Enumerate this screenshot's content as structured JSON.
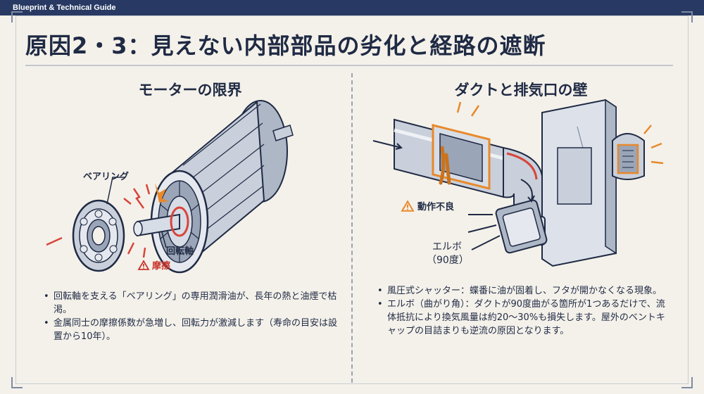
{
  "header": {
    "brand": "Blueprint & Technical Guide",
    "title": "原因2・3：見えない内部部品の劣化と経路の遮断"
  },
  "left": {
    "heading": "モーターの限界",
    "labels": {
      "bearing": "ベアリング",
      "shaft": "回転軸",
      "friction": "摩擦"
    },
    "bullets": [
      "回転軸を支える「ベアリング」の専用潤滑油が、長年の熱と油煙で枯渇。",
      "金属同士の摩擦係数が急増し、回転力が激減します（寿命の目安は設置から10年）。"
    ]
  },
  "right": {
    "heading": "ダクトと排気口の壁",
    "labels": {
      "malfunction": "動作不良",
      "elbow": "エルボ",
      "elbow_angle": "（90度）"
    },
    "bullets": [
      "風圧式シャッター：蝶番に油が固着し、フタが開かなくなる現象。",
      "エルボ（曲がり角）：ダクトが90度曲がる箇所が1つあるだけで、流体抵抗により換気風量は約20〜30%も損失します。屋外のベントキャップの目詰まりも逆流の原因となります。"
    ]
  },
  "colors": {
    "navy": "#283a63",
    "warning_red": "#c7352b",
    "highlight_orange": "#e8892b",
    "metal": "#c9d0db"
  },
  "icons": {
    "warning": "warning-triangle-icon",
    "airflow": "arrow-icon",
    "spark": "spark-icon"
  }
}
